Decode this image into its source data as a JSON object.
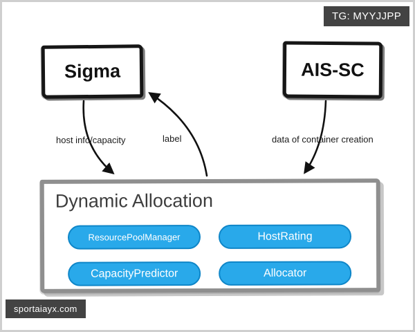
{
  "watermarks": {
    "tag": "TG: MYYJJPP",
    "site": "sportaiayx.com"
  },
  "diagram": {
    "nodes": {
      "sigma": {
        "label": "Sigma"
      },
      "ais_sc": {
        "label": "AIS-SC"
      },
      "dynamic_allocation": {
        "title": "Dynamic Allocation",
        "components": [
          {
            "label": "ResourcePoolManager"
          },
          {
            "label": "HostRating"
          },
          {
            "label": "CapacityPredictor"
          },
          {
            "label": "Allocator"
          }
        ]
      }
    },
    "edges": [
      {
        "from": "Sigma",
        "to": "Dynamic Allocation",
        "label": "host info/capacity"
      },
      {
        "from": "Dynamic Allocation",
        "to": "Sigma",
        "label": "label"
      },
      {
        "from": "AIS-SC",
        "to": "Dynamic Allocation",
        "label": "data of container creation"
      }
    ],
    "colors": {
      "component_fill": "#29a9ea",
      "component_border": "#0f86c8",
      "badge_bg": "#434343",
      "arrow": "#111111"
    }
  }
}
